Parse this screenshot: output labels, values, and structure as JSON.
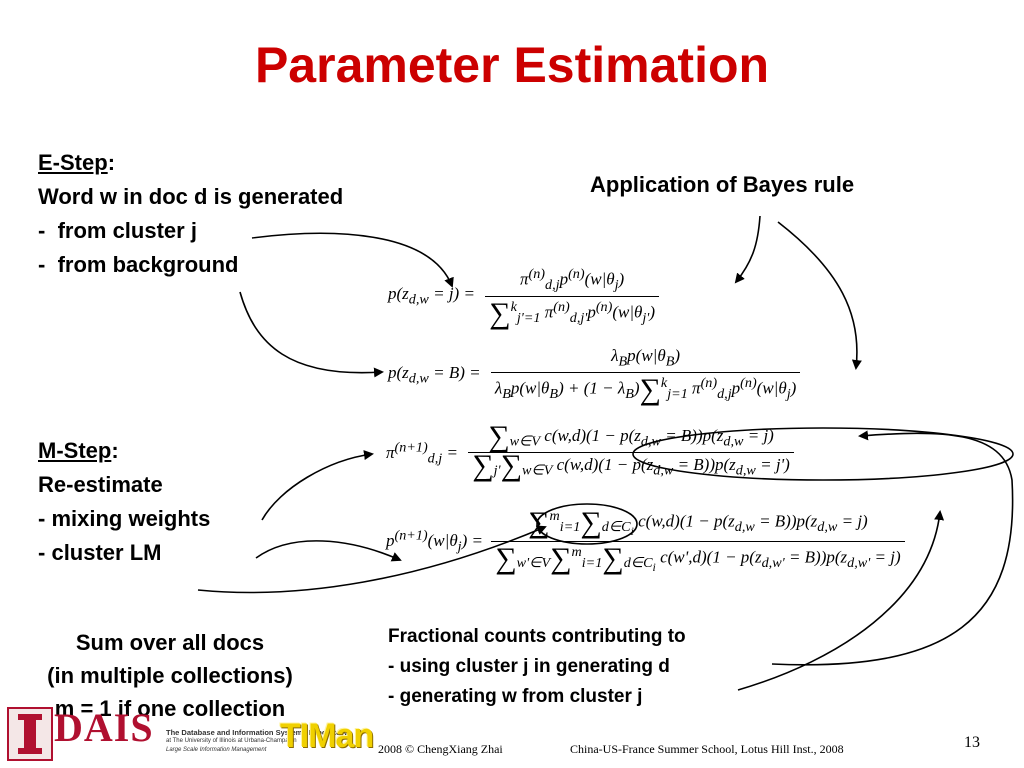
{
  "slide": {
    "title": "Parameter Estimation",
    "page_number": "13"
  },
  "estep": {
    "heading": "E-Step",
    "colon": ":",
    "line1": "Word w in doc d is generated",
    "bullet1": "from cluster j",
    "bullet2": "from background"
  },
  "bayes_note": "Application of Bayes rule",
  "mstep": {
    "heading": "M-Step",
    "colon": ":",
    "line1": "Re-estimate",
    "bullet1": "mixing weights",
    "bullet2": "cluster LM"
  },
  "sum_note": {
    "line1": "Sum over all docs",
    "line2": "(in multiple collections)",
    "line3": "m = 1 if one collection"
  },
  "fractional_note": {
    "line1": "Fractional counts contributing to",
    "bullet1": "using cluster j in generating d",
    "bullet2": "generating w from cluster j"
  },
  "equations": {
    "eq1_lhs": "p(z_{d,w} = j) =",
    "eq1_num": "π^{(n)}_{d,j} p^{(n)}(w|θ_j)",
    "eq1_den": "Σ_{j'=1}^{k} π^{(n)}_{d,j'} p^{(n)}(w|θ_{j'})",
    "eq2_lhs": "p(z_{d,w} = B) =",
    "eq2_num": "λ_B p(w|θ_B)",
    "eq2_den": "λ_B p(w|θ_B) + (1 − λ_B) Σ_{j=1}^{k} π^{(n)}_{d,j} p^{(n)}(w|θ_j)",
    "eq3_lhs": "π^{(n+1)}_{d,j} =",
    "eq3_num": "Σ_{w∈V} c(w,d)(1 − p(z_{d,w} = B)) p(z_{d,w} = j)",
    "eq3_den": "Σ_{j'} Σ_{w∈V} c(w,d)(1 − p(z_{d,w} = B)) p(z_{d,w} = j')",
    "eq4_lhs": "p^{(n+1)}(w|θ_j) =",
    "eq4_num": "Σ_{i=1}^{m} Σ_{d∈C_i} c(w,d)(1 − p(z_{d,w} = B)) p(z_{d,w} = j)",
    "eq4_den": "Σ_{w'∈V} Σ_{i=1}^{m} Σ_{d∈C_i} c(w',d)(1 − p(z_{d,w'} = B)) p(z_{d,w'} = j)"
  },
  "footer": {
    "lab_logo_text": "DAIS",
    "lab_name": "The Database and Information Systems Laboratory",
    "lab_sub1": "at The University of Illinois at Urbana-Champaign",
    "lab_sub2": "Large Scale Information Management",
    "timan_logo_text": "TIMan",
    "copyright": "2008  © ChengXiang Zhai",
    "event": "China-US-France Summer School, Lotus Hill Inst., 2008"
  },
  "colors": {
    "title": "#cc0000",
    "text": "#000000",
    "background": "#ffffff",
    "dais_red": "#b01030",
    "timan_yellow": "#f0d000"
  }
}
